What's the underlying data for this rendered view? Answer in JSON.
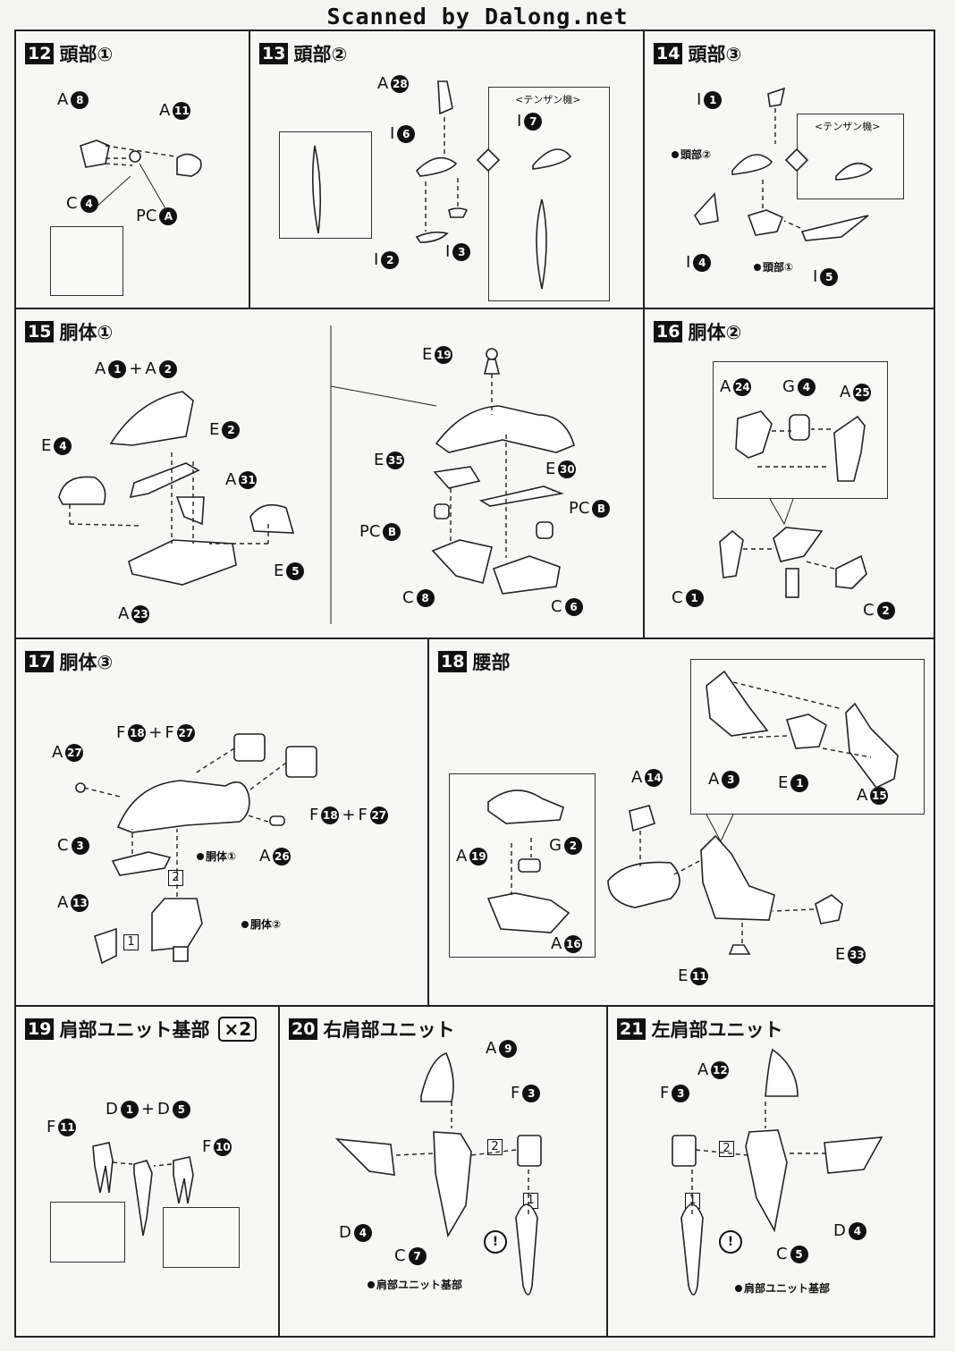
{
  "header": "Scanned by Dalong.net",
  "steps": [
    {
      "id": "s12",
      "num": "12",
      "title": "頭部①",
      "labels": [
        {
          "l": "A",
          "n": "8"
        },
        {
          "l": "A",
          "n": "11"
        },
        {
          "l": "C",
          "n": "4"
        },
        {
          "l": "PC",
          "n": "A"
        }
      ]
    },
    {
      "id": "s13",
      "num": "13",
      "title": "頭部②",
      "note": "<テンザン機>",
      "labels": [
        {
          "l": "A",
          "n": "28"
        },
        {
          "l": "I",
          "n": "6"
        },
        {
          "l": "I",
          "n": "2"
        },
        {
          "l": "I",
          "n": "3"
        },
        {
          "l": "I",
          "n": "7"
        }
      ]
    },
    {
      "id": "s14",
      "num": "14",
      "title": "頭部③",
      "note": "<テンザン機>",
      "refs": [
        "頭部②",
        "頭部①"
      ],
      "labels": [
        {
          "l": "I",
          "n": "1"
        },
        {
          "l": "I",
          "n": "4"
        },
        {
          "l": "I",
          "n": "5"
        }
      ]
    },
    {
      "id": "s15",
      "num": "15",
      "title": "胴体①",
      "labels": [
        {
          "l": "A",
          "n": "1"
        },
        {
          "l": "A",
          "n": "2"
        },
        {
          "l": "E",
          "n": "4"
        },
        {
          "l": "E",
          "n": "2"
        },
        {
          "l": "A",
          "n": "31"
        },
        {
          "l": "E",
          "n": "5"
        },
        {
          "l": "A",
          "n": "23"
        },
        {
          "l": "E",
          "n": "19"
        },
        {
          "l": "E",
          "n": "35"
        },
        {
          "l": "E",
          "n": "30"
        },
        {
          "l": "PC",
          "n": "B"
        },
        {
          "l": "PC",
          "n": "B"
        },
        {
          "l": "C",
          "n": "8"
        },
        {
          "l": "C",
          "n": "6"
        }
      ]
    },
    {
      "id": "s16",
      "num": "16",
      "title": "胴体②",
      "labels": [
        {
          "l": "A",
          "n": "24"
        },
        {
          "l": "G",
          "n": "4"
        },
        {
          "l": "A",
          "n": "25"
        },
        {
          "l": "C",
          "n": "1"
        },
        {
          "l": "C",
          "n": "2"
        }
      ]
    },
    {
      "id": "s17",
      "num": "17",
      "title": "胴体③",
      "refs": [
        "胴体①",
        "胴体②"
      ],
      "labels": [
        {
          "l": "F",
          "n": "18"
        },
        {
          "l": "F",
          "n": "27"
        },
        {
          "l": "A",
          "n": "27"
        },
        {
          "l": "F",
          "n": "18"
        },
        {
          "l": "F",
          "n": "27"
        },
        {
          "l": "C",
          "n": "3"
        },
        {
          "l": "A",
          "n": "26"
        },
        {
          "l": "A",
          "n": "13"
        }
      ],
      "substeps": [
        "2",
        "1"
      ]
    },
    {
      "id": "s18",
      "num": "18",
      "title": "腰部",
      "labels": [
        {
          "l": "A",
          "n": "3"
        },
        {
          "l": "E",
          "n": "1"
        },
        {
          "l": "A",
          "n": "15"
        },
        {
          "l": "A",
          "n": "14"
        },
        {
          "l": "A",
          "n": "19"
        },
        {
          "l": "G",
          "n": "2"
        },
        {
          "l": "A",
          "n": "16"
        },
        {
          "l": "E",
          "n": "33"
        },
        {
          "l": "E",
          "n": "11"
        }
      ]
    },
    {
      "id": "s19",
      "num": "19",
      "title": "肩部ユニット基部",
      "mult": "×2",
      "labels": [
        {
          "l": "D",
          "n": "1"
        },
        {
          "l": "D",
          "n": "5"
        },
        {
          "l": "F",
          "n": "11"
        },
        {
          "l": "F",
          "n": "10"
        }
      ]
    },
    {
      "id": "s20",
      "num": "20",
      "title": "右肩部ユニット",
      "refs": [
        "肩部ユニット基部"
      ],
      "labels": [
        {
          "l": "A",
          "n": "9"
        },
        {
          "l": "F",
          "n": "3"
        },
        {
          "l": "D",
          "n": "4"
        },
        {
          "l": "C",
          "n": "7"
        }
      ],
      "substeps": [
        "2",
        "1"
      ]
    },
    {
      "id": "s21",
      "num": "21",
      "title": "左肩部ユニット",
      "refs": [
        "肩部ユニット基部"
      ],
      "labels": [
        {
          "l": "A",
          "n": "12"
        },
        {
          "l": "F",
          "n": "3"
        },
        {
          "l": "D",
          "n": "4"
        },
        {
          "l": "C",
          "n": "5"
        }
      ],
      "substeps": [
        "2",
        "1"
      ]
    }
  ],
  "plus": "+",
  "warning_icon": "exclamation-icon"
}
